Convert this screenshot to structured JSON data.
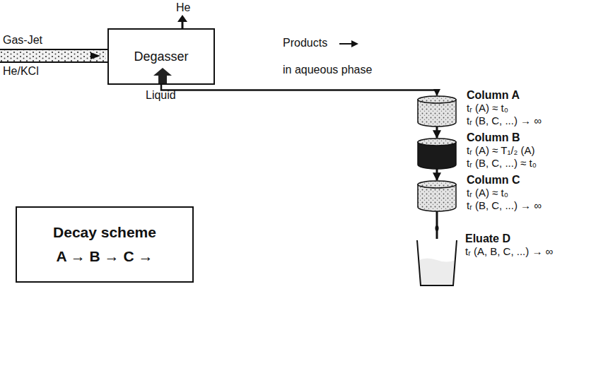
{
  "diagram": {
    "nodes": [
      {
        "text": [
          "Degasser"
        ]
      },
      {
        "text": [
          "Decay scheme",
          "A → B → C →"
        ]
      },
      {
        "text": [
          "Column A",
          "tᵣ (A) ≈ t₀",
          "tᵣ (B, C, ...) → ∞"
        ]
      },
      {
        "text": [
          "Column B",
          "tᵣ (A) ≈ T₁/₂ (A)",
          "tᵣ (B, C, ...) ≈ t₀"
        ]
      },
      {
        "text": [
          "Column C",
          "tᵣ (A) ≈ t₀",
          "tᵣ (B, C, ...) → ∞"
        ]
      },
      {
        "text": [
          "Eluate D",
          "tᵣ (A, B, C, ...) → ∞"
        ]
      }
    ],
    "edges": [
      {
        "from": 0,
        "to": 2,
        "arrow": "to"
      },
      {
        "from": 2,
        "to": 3,
        "arrow": "to"
      },
      {
        "from": 3,
        "to": 4,
        "arrow": "to"
      },
      {
        "from": 4,
        "to": 5,
        "arrow": "none"
      }
    ],
    "labels": [
      "Gas-Jet",
      "He/KCl",
      "He",
      "Liquid",
      "Products",
      "in aqueous phase"
    ]
  }
}
